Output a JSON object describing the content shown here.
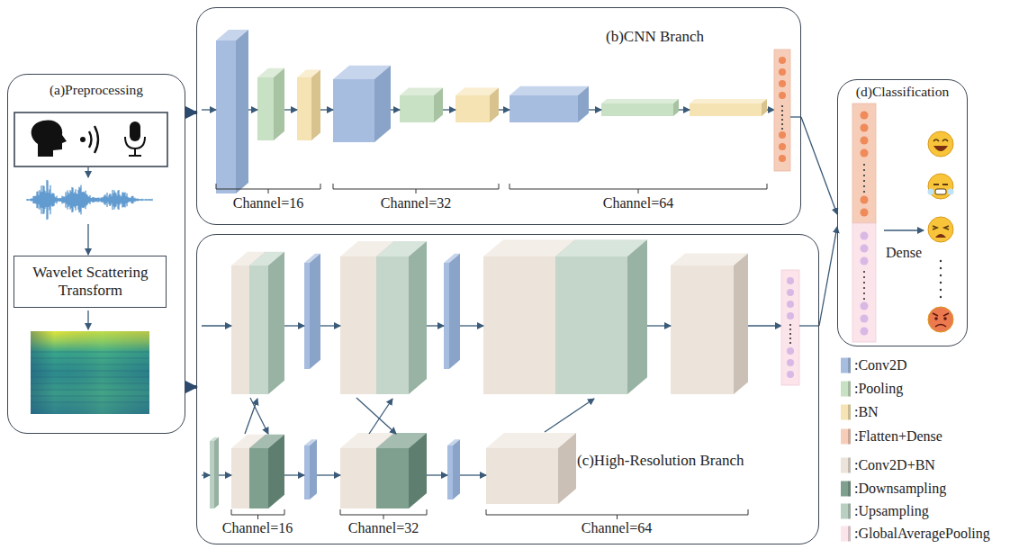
{
  "diagram": {
    "nodes": [
      {
        "text": [
          "(a)Preprocessing"
        ]
      },
      {
        "text": [
          "Wavelet Scattering Transform"
        ],
        "in": 0
      },
      {
        "text": [
          "(b)CNN Branch"
        ]
      },
      {
        "text": [
          "(c)High-Resolution Branch"
        ]
      },
      {
        "text": [
          "(d)Classification"
        ]
      }
    ],
    "edges": [
      {
        "from": 0,
        "to": 2,
        "arrow": "to"
      },
      {
        "from": 0,
        "to": 3,
        "arrow": "to"
      },
      {
        "from": 2,
        "to": 4,
        "arrow": "to"
      },
      {
        "from": 3,
        "to": 4,
        "arrow": "to"
      }
    ],
    "labels": [
      "Channel=16",
      "Channel=32",
      "Channel=64",
      "Channel=16",
      "Channel=32",
      "Channel=64",
      "Dense"
    ],
    "legend": [
      {
        "text": ":Conv2D",
        "color": "#a7bde0"
      },
      {
        "text": ":Pooling",
        "color": "#c8e0c3"
      },
      {
        "text": ":BN",
        "color": "#f5e3b3"
      },
      {
        "text": ":Flatten+Dense",
        "color": "#f6cdb9"
      },
      {
        "text": ":Conv2D+BN",
        "color": "#ece3da"
      },
      {
        "text": ":Downsampling",
        "color": "#7fa08f"
      },
      {
        "text": ":Upsampling",
        "color": "#b9cfc2"
      },
      {
        "text": ":GlobalAveragePooling",
        "color": "#fbe4ea"
      }
    ]
  }
}
